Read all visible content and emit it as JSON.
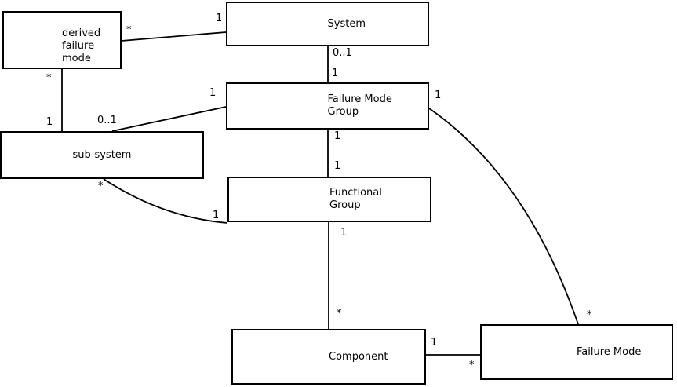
{
  "diagram": {
    "type": "uml-entity-relationship-diagram",
    "colors": {
      "background": "#ffffff",
      "stroke": "#000000",
      "text": "#000000"
    },
    "nodes": [
      {
        "id": "system",
        "label": "System"
      },
      {
        "id": "derived-failure-mode",
        "label": "derived\nfailure\nmode"
      },
      {
        "id": "failure-mode-group",
        "label": "Failure Mode\nGroup"
      },
      {
        "id": "sub-system",
        "label": "sub-system"
      },
      {
        "id": "functional-group",
        "label": "Functional\nGroup"
      },
      {
        "id": "component",
        "label": "Component"
      },
      {
        "id": "failure-mode",
        "label": "Failure Mode"
      }
    ],
    "edges": [
      {
        "from": "System",
        "to": "derived failure mode",
        "from_mult": "1",
        "to_mult": "*"
      },
      {
        "from": "System",
        "to": "Failure Mode Group",
        "from_mult": "0..1",
        "to_mult": "1"
      },
      {
        "from": "derived failure mode",
        "to": "sub-system",
        "from_mult": "*",
        "to_mult": "1"
      },
      {
        "from": "sub-system",
        "to": "Failure Mode Group",
        "from_mult": "0..1",
        "to_mult": "1"
      },
      {
        "from": "Failure Mode Group",
        "to": "Functional Group",
        "from_mult": "1",
        "to_mult": "1"
      },
      {
        "from": "sub-system",
        "to": "Functional Group",
        "from_mult": "*",
        "to_mult": "1"
      },
      {
        "from": "Functional Group",
        "to": "Component",
        "from_mult": "1",
        "to_mult": "*"
      },
      {
        "from": "Component",
        "to": "Failure Mode",
        "from_mult": "1",
        "to_mult": "*"
      },
      {
        "from": "Failure Mode Group",
        "to": "Failure Mode",
        "from_mult": "1",
        "to_mult": "*"
      }
    ]
  }
}
